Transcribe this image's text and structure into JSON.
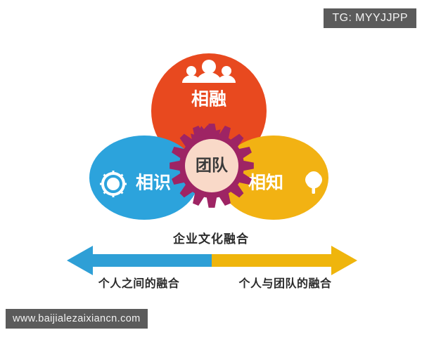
{
  "watermarks": {
    "telegram_badge": "TG: MYYJJPP",
    "site_badge": "www.baijialezaixiancn.com"
  },
  "diagram": {
    "type": "venn-three-circle",
    "core": {
      "label": "团队",
      "shape": "gear",
      "gear_color": "#9e2464",
      "inner_color": "#f9d9c8",
      "text_color": "#3a3a3a"
    },
    "lobes": [
      {
        "id": "top",
        "label": "相融",
        "icon": "people-group-icon",
        "color": "#e8491f",
        "position": "top-center"
      },
      {
        "id": "left",
        "label": "相识",
        "icon": "sun-gear-icon",
        "color": "#2ca3dc",
        "position": "bottom-left"
      },
      {
        "id": "right",
        "label": "相知",
        "icon": "tree-icon",
        "color": "#f2b213",
        "position": "bottom-right"
      }
    ]
  },
  "axis": {
    "title": "企业文化融合",
    "left_label": "个人之间的融合",
    "right_label": "个人与团队的融合",
    "left_color": "#2e9fd6",
    "right_color": "#efb50c",
    "arrow_style": "double-headed"
  }
}
